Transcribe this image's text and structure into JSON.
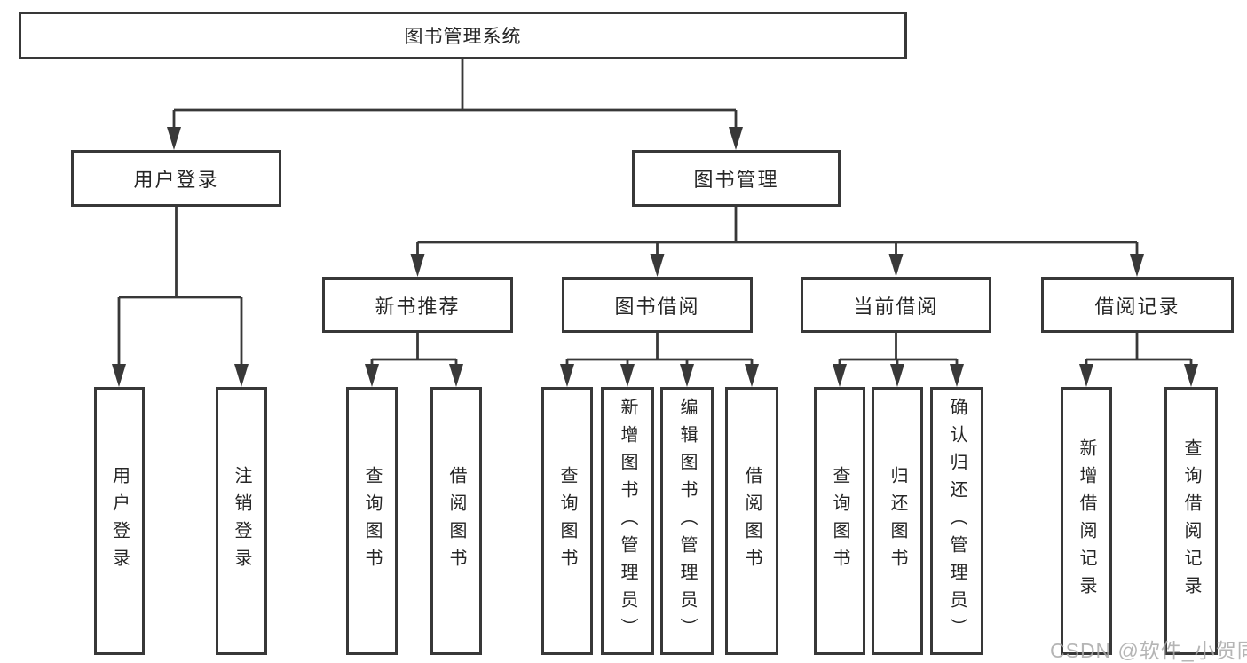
{
  "diagram": {
    "title_note": "functional structure chart",
    "root": {
      "label": "图书管理系统"
    },
    "branches": [
      {
        "label": "用户登录",
        "children": [
          {
            "label": "用户登录"
          },
          {
            "label": "注销登录"
          }
        ]
      },
      {
        "label": "图书管理",
        "children": [
          {
            "label": "新书推荐",
            "children": [
              {
                "label": "查询图书"
              },
              {
                "label": "借阅图书"
              }
            ]
          },
          {
            "label": "图书借阅",
            "children": [
              {
                "label": "查询图书"
              },
              {
                "label": "新增图书（管理员）"
              },
              {
                "label": "编辑图书（管理员）"
              },
              {
                "label": "借阅图书"
              }
            ]
          },
          {
            "label": "当前借阅",
            "children": [
              {
                "label": "查询图书"
              },
              {
                "label": "归还图书"
              },
              {
                "label": "确认归还（管理员）"
              }
            ]
          },
          {
            "label": "借阅记录",
            "children": [
              {
                "label": "新增借阅记录"
              },
              {
                "label": "查询借阅记录"
              }
            ]
          }
        ]
      }
    ]
  },
  "watermark": {
    "text": "CSDN @软件_小贺同学",
    "color": "#a9a9a9"
  },
  "colors": {
    "line": "#383838",
    "text": "#262626",
    "background": "#ffffff"
  }
}
